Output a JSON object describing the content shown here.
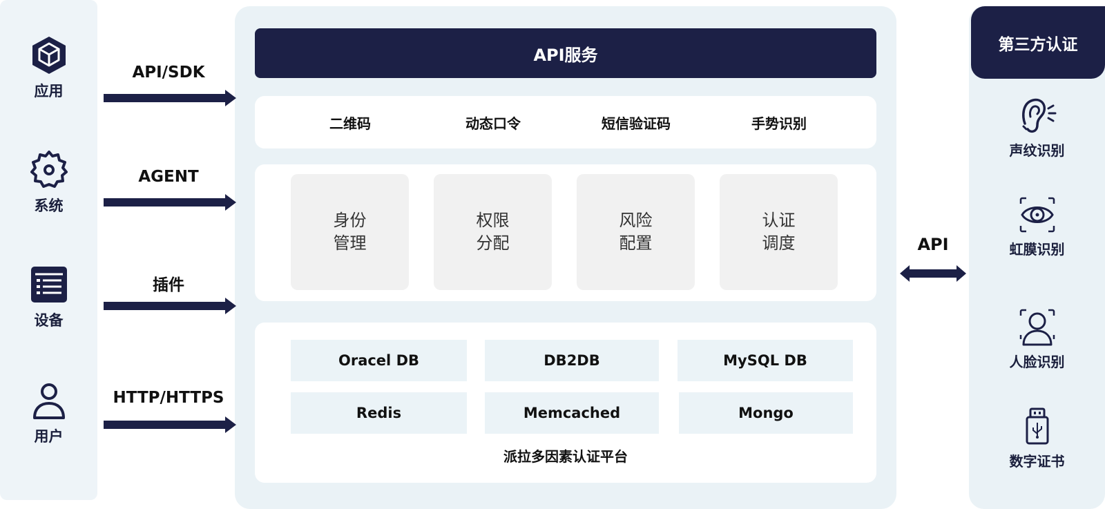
{
  "clients": [
    {
      "label": "应用",
      "icon": "cube-icon"
    },
    {
      "label": "系统",
      "icon": "gear-icon"
    },
    {
      "label": "设备",
      "icon": "device-list-icon"
    },
    {
      "label": "用户",
      "icon": "user-icon"
    }
  ],
  "connections": [
    "API/SDK",
    "AGENT",
    "插件",
    "HTTP/HTTPS"
  ],
  "platform": {
    "header": "API服务",
    "methods": [
      "二维码",
      "动态口令",
      "短信验证码",
      "手势识别"
    ],
    "modules": [
      {
        "line1": "身份",
        "line2": "管理"
      },
      {
        "line1": "权限",
        "line2": "分配"
      },
      {
        "line1": "风险",
        "line2": "配置"
      },
      {
        "line1": "认证",
        "line2": "调度"
      }
    ],
    "databases": [
      "Oracel DB",
      "DB2DB",
      "MySQL DB",
      "Redis",
      "Memcached",
      "Mongo"
    ],
    "name": "派拉多因素认证平台"
  },
  "api_link": "API",
  "third_party": {
    "header": "第三方认证",
    "items": [
      {
        "label": "声纹识别",
        "icon": "ear-voiceprint-icon"
      },
      {
        "label": "虹膜识别",
        "icon": "iris-eye-icon"
      },
      {
        "label": "人脸识别",
        "icon": "face-scan-icon"
      },
      {
        "label": "数字证书",
        "icon": "usb-key-icon"
      }
    ]
  },
  "colors": {
    "navy": "#1c2046",
    "panel": "#eaf2f6",
    "module": "#f1f1f1",
    "db": "#ebf3f7"
  }
}
